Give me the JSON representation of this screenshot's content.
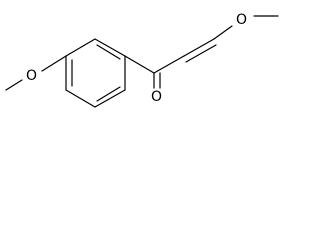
{
  "molecule": {
    "atoms": {
      "o_methoxy_left": "O",
      "o_carbonyl": "O",
      "o_methoxy_right": "O"
    },
    "colors": {
      "bond": "#000000",
      "label": "#000000",
      "background": "#ffffff"
    }
  }
}
